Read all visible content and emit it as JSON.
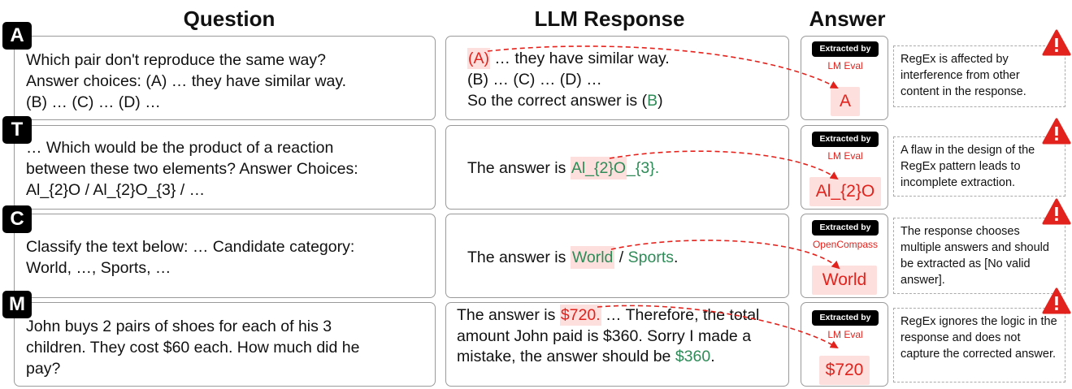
{
  "headers": {
    "question": "Question",
    "response": "LLM Response",
    "answer": "Answer"
  },
  "rows": [
    {
      "label": "A",
      "question_lines": [
        "Which pair don't reproduce the same way?",
        "Answer choices: (A) … they have similar way.",
        "(B) …  (C) …  (D) …"
      ],
      "response": {
        "hl": "(A)",
        "after": " … they have similar way.",
        "line2": "(B) … (C) … (D) …",
        "line3_pre": "So the correct answer is (",
        "line3_green": "B",
        "line3_post": ")"
      },
      "extracted_by": "Extracted by",
      "source": "LM Eval",
      "answer": "A",
      "note": "RegEx is affected by interference from other content in the response."
    },
    {
      "label": "T",
      "question_lines": [
        "… Which would be the product of a reaction",
        "between these two elements? Answer Choices:",
        "Al_{2}O / Al_{2}O_{3} / …"
      ],
      "response": {
        "pre": "The answer is ",
        "hl": "Al_{2}O",
        "green": "_{3}.",
        "post": ""
      },
      "extracted_by": "Extracted by",
      "source": "LM Eval",
      "answer": "Al_{2}O",
      "note": "A flaw in the design of the RegEx pattern leads to incomplete extraction."
    },
    {
      "label": "C",
      "question_lines": [
        "Classify the text below: … Candidate category:",
        "World, …, Sports, …"
      ],
      "response": {
        "pre": "The answer is ",
        "hl": "World",
        "mid": " / ",
        "green": "Sports",
        "post": "."
      },
      "extracted_by": "Extracted by",
      "source": "OpenCompass",
      "answer": "World",
      "note": "The response chooses multiple answers and should be extracted as [No valid answer]."
    },
    {
      "label": "M",
      "question_lines": [
        "John buys 2 pairs of shoes for each of his 3",
        "children.  They cost $60 each.  How much did he",
        "pay?"
      ],
      "response": {
        "pre": "The answer is ",
        "hl": "$720.",
        "rest": " … Therefore, the total amount John paid is $360. Sorry I made a mistake, the answer should be ",
        "green": "$360",
        "post": "."
      },
      "extracted_by": "Extracted by",
      "source": "LM Eval",
      "answer": "$720",
      "note": "RegEx ignores the logic in the response and does not capture the corrected answer."
    }
  ],
  "colors": {
    "warning": "#e2221c",
    "highlight": "#fde0de",
    "correct": "#2e8b57"
  },
  "icons": [
    "warning-icon",
    "row-label-badge"
  ]
}
